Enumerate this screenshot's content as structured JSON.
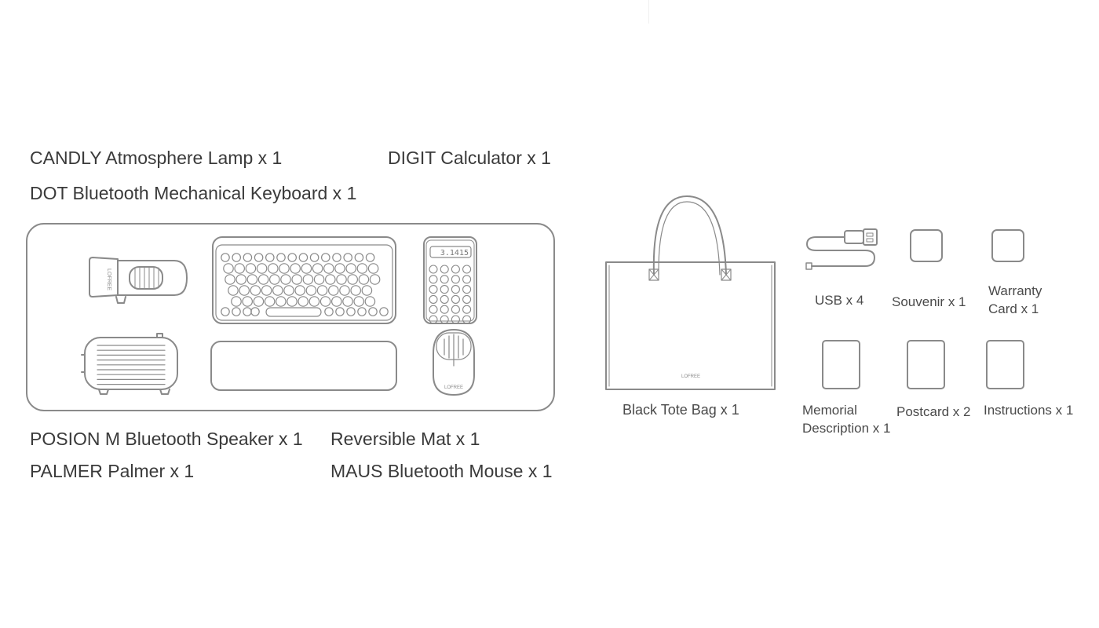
{
  "desk_set": {
    "labels": {
      "lamp": "CANDLY Atmosphere Lamp x 1",
      "calculator": "DIGIT Calculator x 1",
      "keyboard": "DOT Bluetooth Mechanical Keyboard x 1",
      "speaker": "POSION M Bluetooth Speaker x 1",
      "mat": "Reversible Mat x 1",
      "palmer": "PALMER Palmer x 1",
      "mouse": "MAUS Bluetooth Mouse x 1"
    },
    "calculator_display": "3.1415",
    "brand_mark": "LOFREE"
  },
  "extras": {
    "tote_bag": "Black Tote Bag x 1",
    "usb": "USB x 4",
    "souvenir": "Souvenir x 1",
    "warranty_line1": "Warranty",
    "warranty_line2": "Card x 1",
    "memorial_line1": "Memorial",
    "memorial_line2": "Description x 1",
    "postcard": "Postcard x 2",
    "instructions": "Instructions x 1"
  },
  "colors": {
    "line": "#8a8a8a",
    "text": "#3a3a3a"
  }
}
